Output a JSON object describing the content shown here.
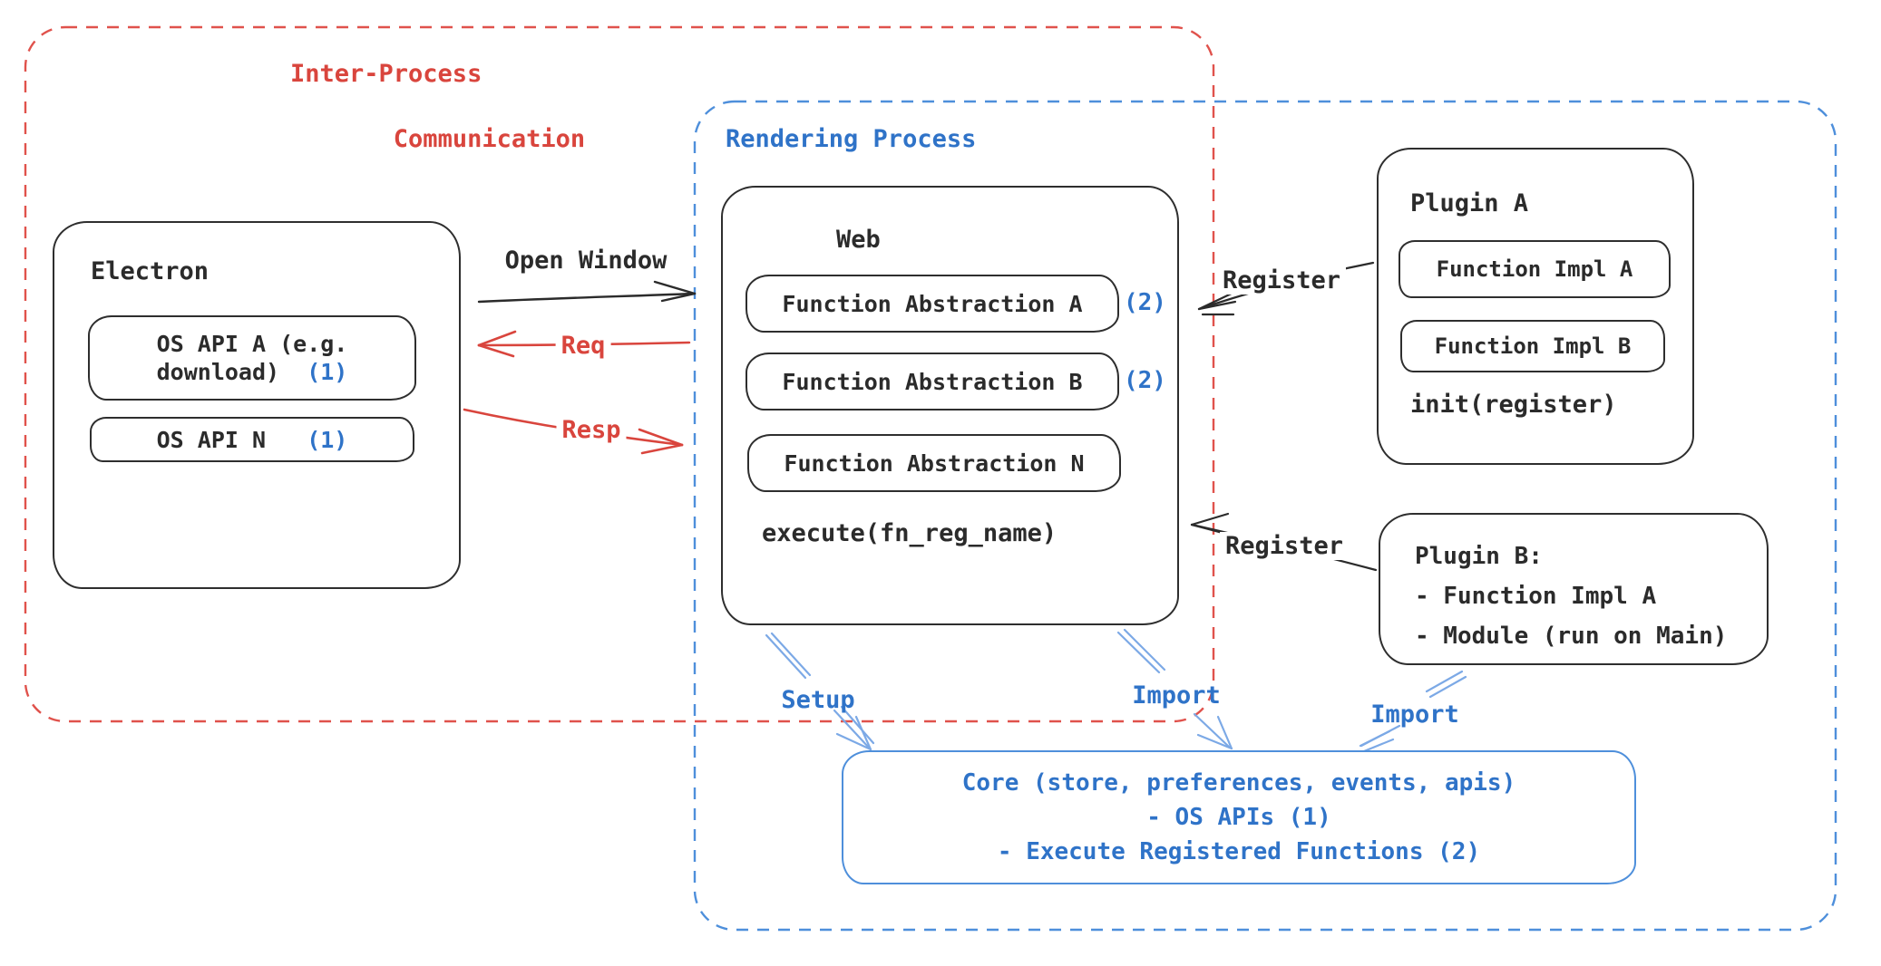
{
  "diagram": {
    "ipc_region": {
      "title_line1": "Inter-Process",
      "title_line2": "Communication"
    },
    "rendering_region": {
      "title": "Rendering Process"
    },
    "electron": {
      "title": "Electron",
      "api_a_line1": "OS API A (e.g.",
      "api_a_line2": "download)",
      "api_a_ref": "(1)",
      "api_n_label": "OS API N",
      "api_n_ref": "(1)"
    },
    "web": {
      "title": "Web",
      "abstraction_a": "Function Abstraction A",
      "abstraction_a_ref": "(2)",
      "abstraction_b": "Function Abstraction B",
      "abstraction_b_ref": "(2)",
      "abstraction_n": "Function Abstraction N",
      "execute_fn": "execute(fn_reg_name)"
    },
    "plugin_a": {
      "title": "Plugin A",
      "impl_a": "Function Impl A",
      "impl_b": "Function Impl B",
      "init_fn": "init(register)"
    },
    "plugin_b": {
      "title": "Plugin B:",
      "item_1": "- Function Impl A",
      "item_2": "- Module (run on Main)"
    },
    "core": {
      "line1": "Core (store, preferences, events, apis)",
      "line2": "- OS APIs (1)",
      "line3": "- Execute Registered Functions (2)"
    },
    "arrows": {
      "open_window": "Open Window",
      "req": "Req",
      "resp": "Resp",
      "register_a": "Register",
      "register_b": "Register",
      "setup": "Setup",
      "import_web": "Import",
      "import_plugin_b": "Import"
    },
    "colors": {
      "red": "#d9453d",
      "red_dash": "#e0524c",
      "blue_text": "#2f73c8",
      "blue_dash": "#4e8fdb",
      "blue_arrow": "#7ca9e6",
      "ink": "#2b2b2b"
    }
  }
}
